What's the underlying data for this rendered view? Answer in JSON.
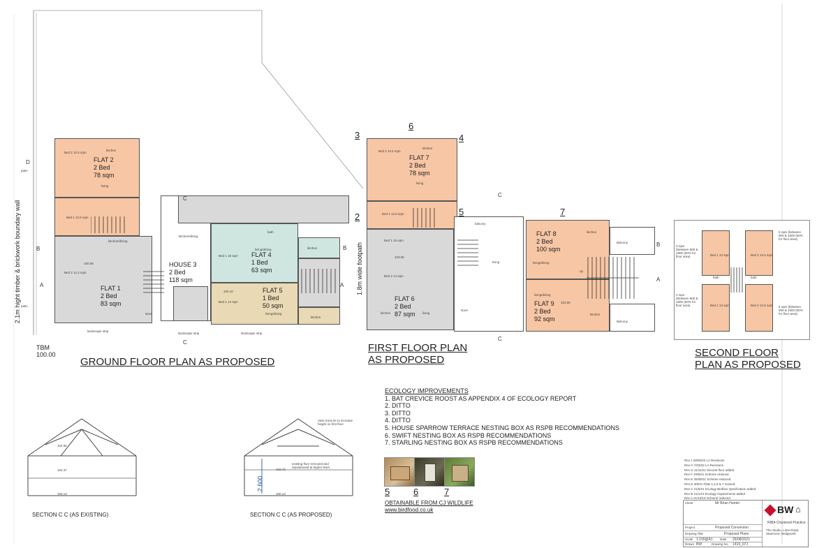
{
  "titles": {
    "ground": "GROUND FLOOR PLAN AS PROPOSED",
    "first_line1": "FIRST FLOOR PLAN",
    "first_line2": "AS PROPOSED",
    "second_line1": "SECOND FLOOR",
    "second_line2": "PLAN AS PROPOSED"
  },
  "tbm": {
    "label": "TBM",
    "value": "100.00"
  },
  "boundary_wall": "2.1m hight timber & brickwork boundary wall",
  "footpath": "1.8m wide footpath",
  "ground_units": [
    {
      "id": "flat2",
      "lines": [
        "FLAT 2",
        "2 Bed",
        "78 sqm"
      ]
    },
    {
      "id": "flat1",
      "lines": [
        "FLAT 1",
        "2 Bed",
        "83 sqm"
      ]
    },
    {
      "id": "house3",
      "lines": [
        "HOUSE 3",
        "2 Bed",
        "118 sqm"
      ]
    },
    {
      "id": "flat4",
      "lines": [
        "FLAT 4",
        "1 Bed",
        "63 sqm"
      ]
    },
    {
      "id": "flat5",
      "lines": [
        "FLAT 5",
        "1 Bed",
        "50 sqm"
      ]
    }
  ],
  "first_units": [
    {
      "id": "flat7",
      "lines": [
        "FLAT 7",
        "2 Bed",
        "78 sqm"
      ]
    },
    {
      "id": "flat6",
      "lines": [
        "FLAT 6",
        "2 Bed",
        "87 sqm"
      ]
    },
    {
      "id": "flat8",
      "lines": [
        "FLAT 8",
        "2 Bed",
        "100 sqm"
      ]
    },
    {
      "id": "flat9",
      "lines": [
        "FLAT 9",
        "2 Bed",
        "92 sqm"
      ]
    }
  ],
  "room_labels": {
    "kitchen": "kitchen",
    "living": "living",
    "bath": "bath",
    "store": "store",
    "balcony": "Balcony",
    "landscape_strip": "landscape strip",
    "kitchen_dining": "kitchen/dining",
    "living_dining": "living/dining",
    "bed1_125": "Bed 1 12.5 sqm",
    "bed2_125": "Bed 2 12.5 sqm",
    "bed1_15": "Bed 1 15 sqm",
    "bed2_14": "Bed 2 14 sqm",
    "bed1_18": "Bed 1 18 sqm",
    "bed1_14": "Bed 1 14 sqm",
    "bed2_122": "Bed 2 12.2 sqm",
    "balcony_lc": "balcony",
    "patio": "patio",
    "up": "up"
  },
  "markers": {
    "n3": "3",
    "n6": "6",
    "n4": "4",
    "n2": "2",
    "n5": "5",
    "n7": "7",
    "A": "A",
    "B": "B",
    "C": "C",
    "D": "D"
  },
  "levels": {
    "l100_08": "100.08",
    "l100_10": "100.10",
    "l103_06": "103.06",
    "l103_95": "103.95",
    "l104_65": "104.65",
    "l102_37": "102.37",
    "l100_13": "100.13",
    "l102_72": "102.72",
    "l100_13b": "100.13"
  },
  "second_floor_notes": {
    "left_top": "3 sqm (between 900 & 1500 (50% for floor area)",
    "left_bottom": "3 sqm (between 900 & 1500 (50% for floor area)",
    "right_top": "5 sqm (between 900 & 1500 (50% for floor area)",
    "right_bottom": "5 sqm (between 900 & 1500 (50% for floor area)",
    "bed1_13": "Bed 1 13 sqm",
    "bed2_13": "Bed 2 13.5 sqm"
  },
  "ecology": {
    "heading": "ECOLOGY IMPROVEMENTS",
    "items": [
      "1. BAT CREVICE ROOST AS APPENDIX 4 OF ECOLOGY REPORT",
      "2. DITTO",
      "3. DITTO",
      "4. DITTO",
      "5. HOUSE SPARROW TERRACE NESTING BOX AS RSPB RECOMMENDATIONS",
      "6. SWIFT NESTING BOX AS RSPB RECOMMENDATIONS",
      "7. STARLING NESTING BOX AS RSPB RECOMMENDATIONS"
    ],
    "photo_labels": [
      "5",
      "6",
      "7"
    ],
    "obtainable": "OBTAINABLE FROM CJ WILDLIFE",
    "url": "www.birdfood.co.uk"
  },
  "sections": {
    "existing": "SECTION C C (AS EXISTING)",
    "proposed": "SECTION C C (AS PROPOSED)",
    "dim": "2.600",
    "raise_note": "raise truss tie to increase height on first floor",
    "floor_note": "existing floor removed and repositioned at higher level"
  },
  "revisions": [
    "Rev J 28/06/22 LA Revisions",
    "Rev H 7/03/22 LA Revisions",
    "Rev G 11/11/21 Second floor added",
    "Rev F 2/09/21 Scheme reduced",
    "Rev E 25/08/21 Scheme reduced",
    "Rev D 3/8/21 Flats 1,2,6 & 7 revised",
    "Rev C 21/5/21 Ecology Birdbox specification added",
    "Rev B 21/1/21 Ecology requirements added",
    "Rev A 21/10/19 Scheme reduced"
  ],
  "title_block": {
    "client_label": "Client",
    "client": "Mr Brian Hunter",
    "project_label": "Project",
    "project": "Proposed Conversion",
    "drawing_label": "Drawing Title",
    "drawing": "Proposed Plans",
    "scale_label": "Scale",
    "scale": "1:100@A1",
    "date_label": "Date",
    "date": "26/08/2021",
    "drawn_label": "Drawn",
    "drawn": "BW",
    "drawing_no_label": "Drawing No",
    "drawing_no": "1419_07J",
    "practice": "BW",
    "riba": "RIBA Chartered Practice",
    "address": "The Studio, Lime Road, Stanmore, Bridgnorth"
  },
  "colors": {
    "orange": "#f7c6a4",
    "grey": "#d9d9d9",
    "teal": "#cfe6e0",
    "tan": "#e9d9b5",
    "riba_red": "#c8102e"
  }
}
